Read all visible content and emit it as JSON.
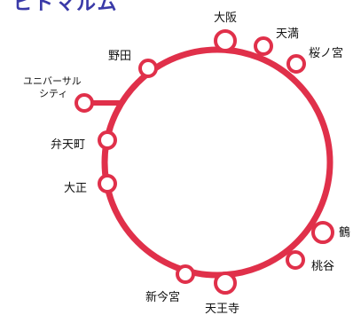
{
  "header": {
    "title_fragment": "ヒトマルム"
  },
  "colors": {
    "line": "#e0304a",
    "station_fill": "#ffffff",
    "label": "#111111",
    "title": "#3a3aa8"
  },
  "stations": [
    {
      "id": "osaka",
      "name": "大阪"
    },
    {
      "id": "temma",
      "name": "天満"
    },
    {
      "id": "sakuranomiya",
      "name": "桜ノ宮"
    },
    {
      "id": "tsuruhashi",
      "name": "鶴"
    },
    {
      "id": "momodani",
      "name": "桃谷"
    },
    {
      "id": "tennoji",
      "name": "天王寺"
    },
    {
      "id": "shin-imamiya",
      "name": "新今宮"
    },
    {
      "id": "taisho",
      "name": "大正"
    },
    {
      "id": "bentencho",
      "name": "弁天町"
    },
    {
      "id": "nishikujo-branch",
      "name_line1": "ユニバーサル",
      "name_line2": "シティ"
    },
    {
      "id": "noda",
      "name": "野田"
    }
  ]
}
